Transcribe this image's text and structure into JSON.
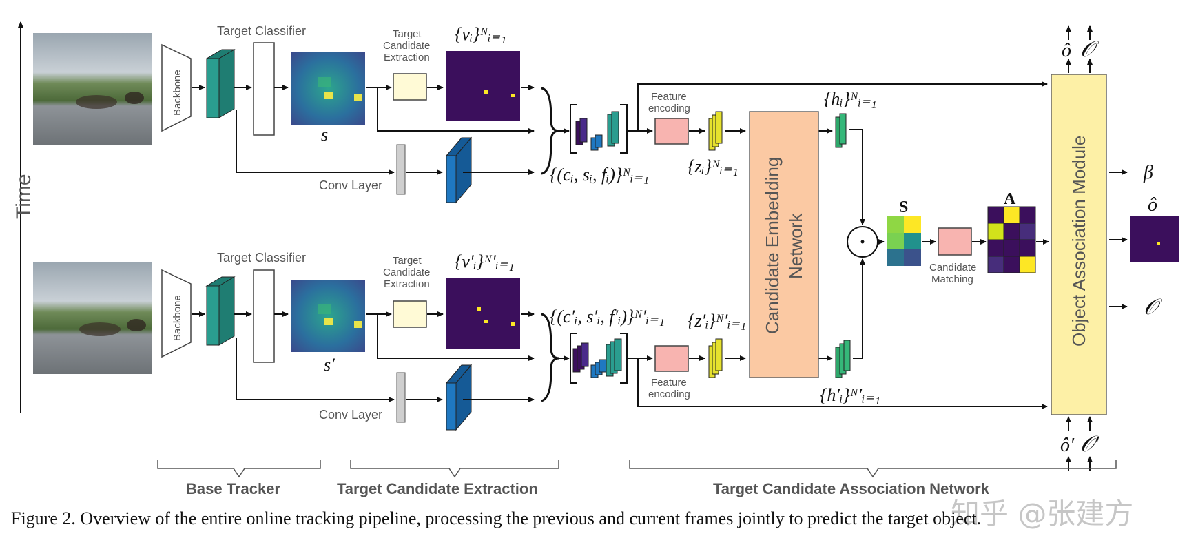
{
  "labels": {
    "time": "Time",
    "backbone": "Backbone",
    "target_classifier": "Target Classifier",
    "target_candidate_extraction_line1": "Target",
    "target_candidate_extraction_line2": "Candidate",
    "target_candidate_extraction_line3": "Extraction",
    "conv_layer": "Conv Layer",
    "feature_encoding_line1": "Feature",
    "feature_encoding_line2": "encoding",
    "candidate_embedding_network_line1": "Candidate Embedding",
    "candidate_embedding_network_line2": "Network",
    "candidate_matching_line1": "Candidate",
    "candidate_matching_line2": "Matching",
    "object_association_module": "Object Association Module"
  },
  "math": {
    "s": "s",
    "s_prime": "s′",
    "v_set": "{vᵢ}ᴺᵢ₌₁",
    "v_prime_set": "{v′ᵢ}ᴺ′ᵢ₌₁",
    "csf_set": "{(cᵢ, sᵢ, fᵢ)}ᴺᵢ₌₁",
    "csf_prime_set": "{(c′ᵢ, s′ᵢ, f′ᵢ)}ᴺ′ᵢ₌₁",
    "z_set": "{zᵢ}ᴺᵢ₌₁",
    "z_prime_set": "{z′ᵢ}ᴺ′ᵢ₌₁",
    "h_set": "{hᵢ}ᴺᵢ₌₁",
    "h_prime_set": "{h′ᵢ}ᴺ′ᵢ₌₁",
    "S": "S",
    "A": "A",
    "odot": "⊙",
    "o_hat": "ô",
    "O": "𝒪",
    "o_hat_prime": "ô′",
    "O_prime": "𝒪′",
    "beta": "β"
  },
  "sections": {
    "base_tracker": "Base Tracker",
    "target_candidate_extraction": "Target Candidate Extraction",
    "target_candidate_association_network": "Target Candidate Association Network"
  },
  "caption": "Figure 2. Overview of the entire online tracking pipeline, processing the previous and current frames jointly to predict the target object.",
  "watermark": "知乎 @张建方",
  "colors": {
    "backbone_teal": "#2a9d8f",
    "conv_blue": "#1f78c1",
    "score_purple": "#3b0f5c",
    "candidate_yellow": "#fffacd",
    "feature_pink": "#f8b4b0",
    "embedding_orange": "#fbc9a3",
    "oam_yellow": "#fdf0a6",
    "heatmap_bright": "#fde725"
  }
}
